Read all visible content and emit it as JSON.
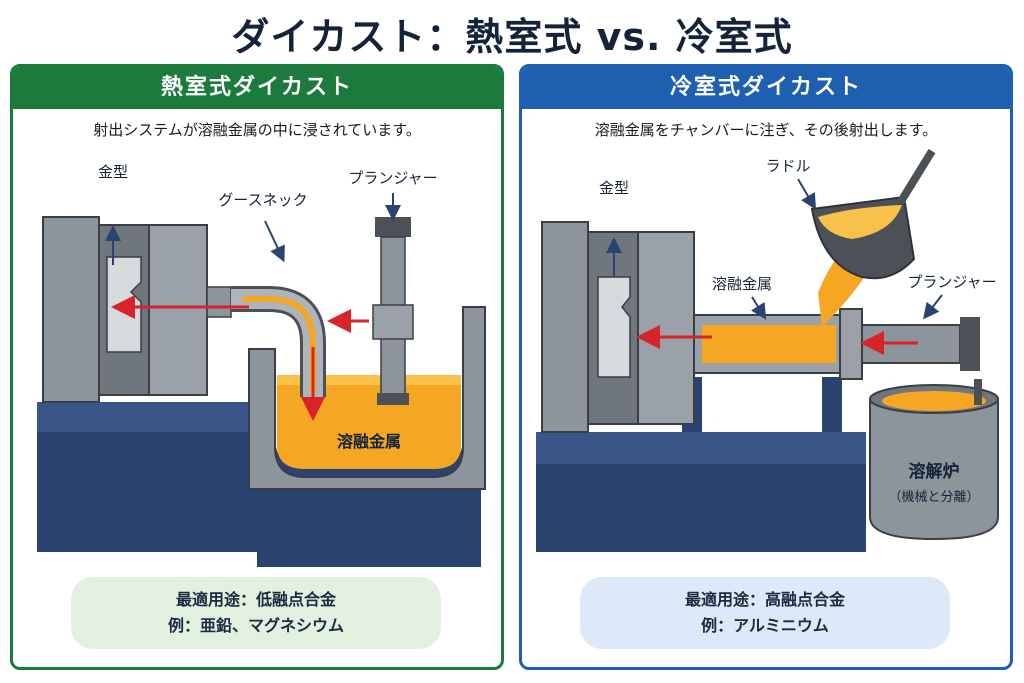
{
  "title": "ダイカスト：熱室式 vs. 冷室式",
  "colors": {
    "hot_accent": "#1b7a3c",
    "cold_accent": "#1f5fb0",
    "molten_metal": "#f5a623",
    "arrow": "#d8232a",
    "base_navy": "#2b4371"
  },
  "hot": {
    "header": "熱室式ダイカスト",
    "description": "射出システムが溶融金属の中に浸されています。",
    "labels": {
      "mold": "金型",
      "gooseneck": "グースネック",
      "plunger": "プランジャー",
      "molten_metal": "溶融金属"
    },
    "usage": "最適用途：低融点合金",
    "example": "例：亜鉛、マグネシウム"
  },
  "cold": {
    "header": "冷室式ダイカスト",
    "description": "溶融金属をチャンバーに注ぎ、その後射出します。",
    "labels": {
      "mold": "金型",
      "ladle": "ラドル",
      "molten_metal": "溶融金属",
      "plunger": "プランジャー",
      "furnace": "溶解炉",
      "furnace_note": "（機械と分離）"
    },
    "usage": "最適用途：高融点合金",
    "example": "例：アルミニウム"
  }
}
